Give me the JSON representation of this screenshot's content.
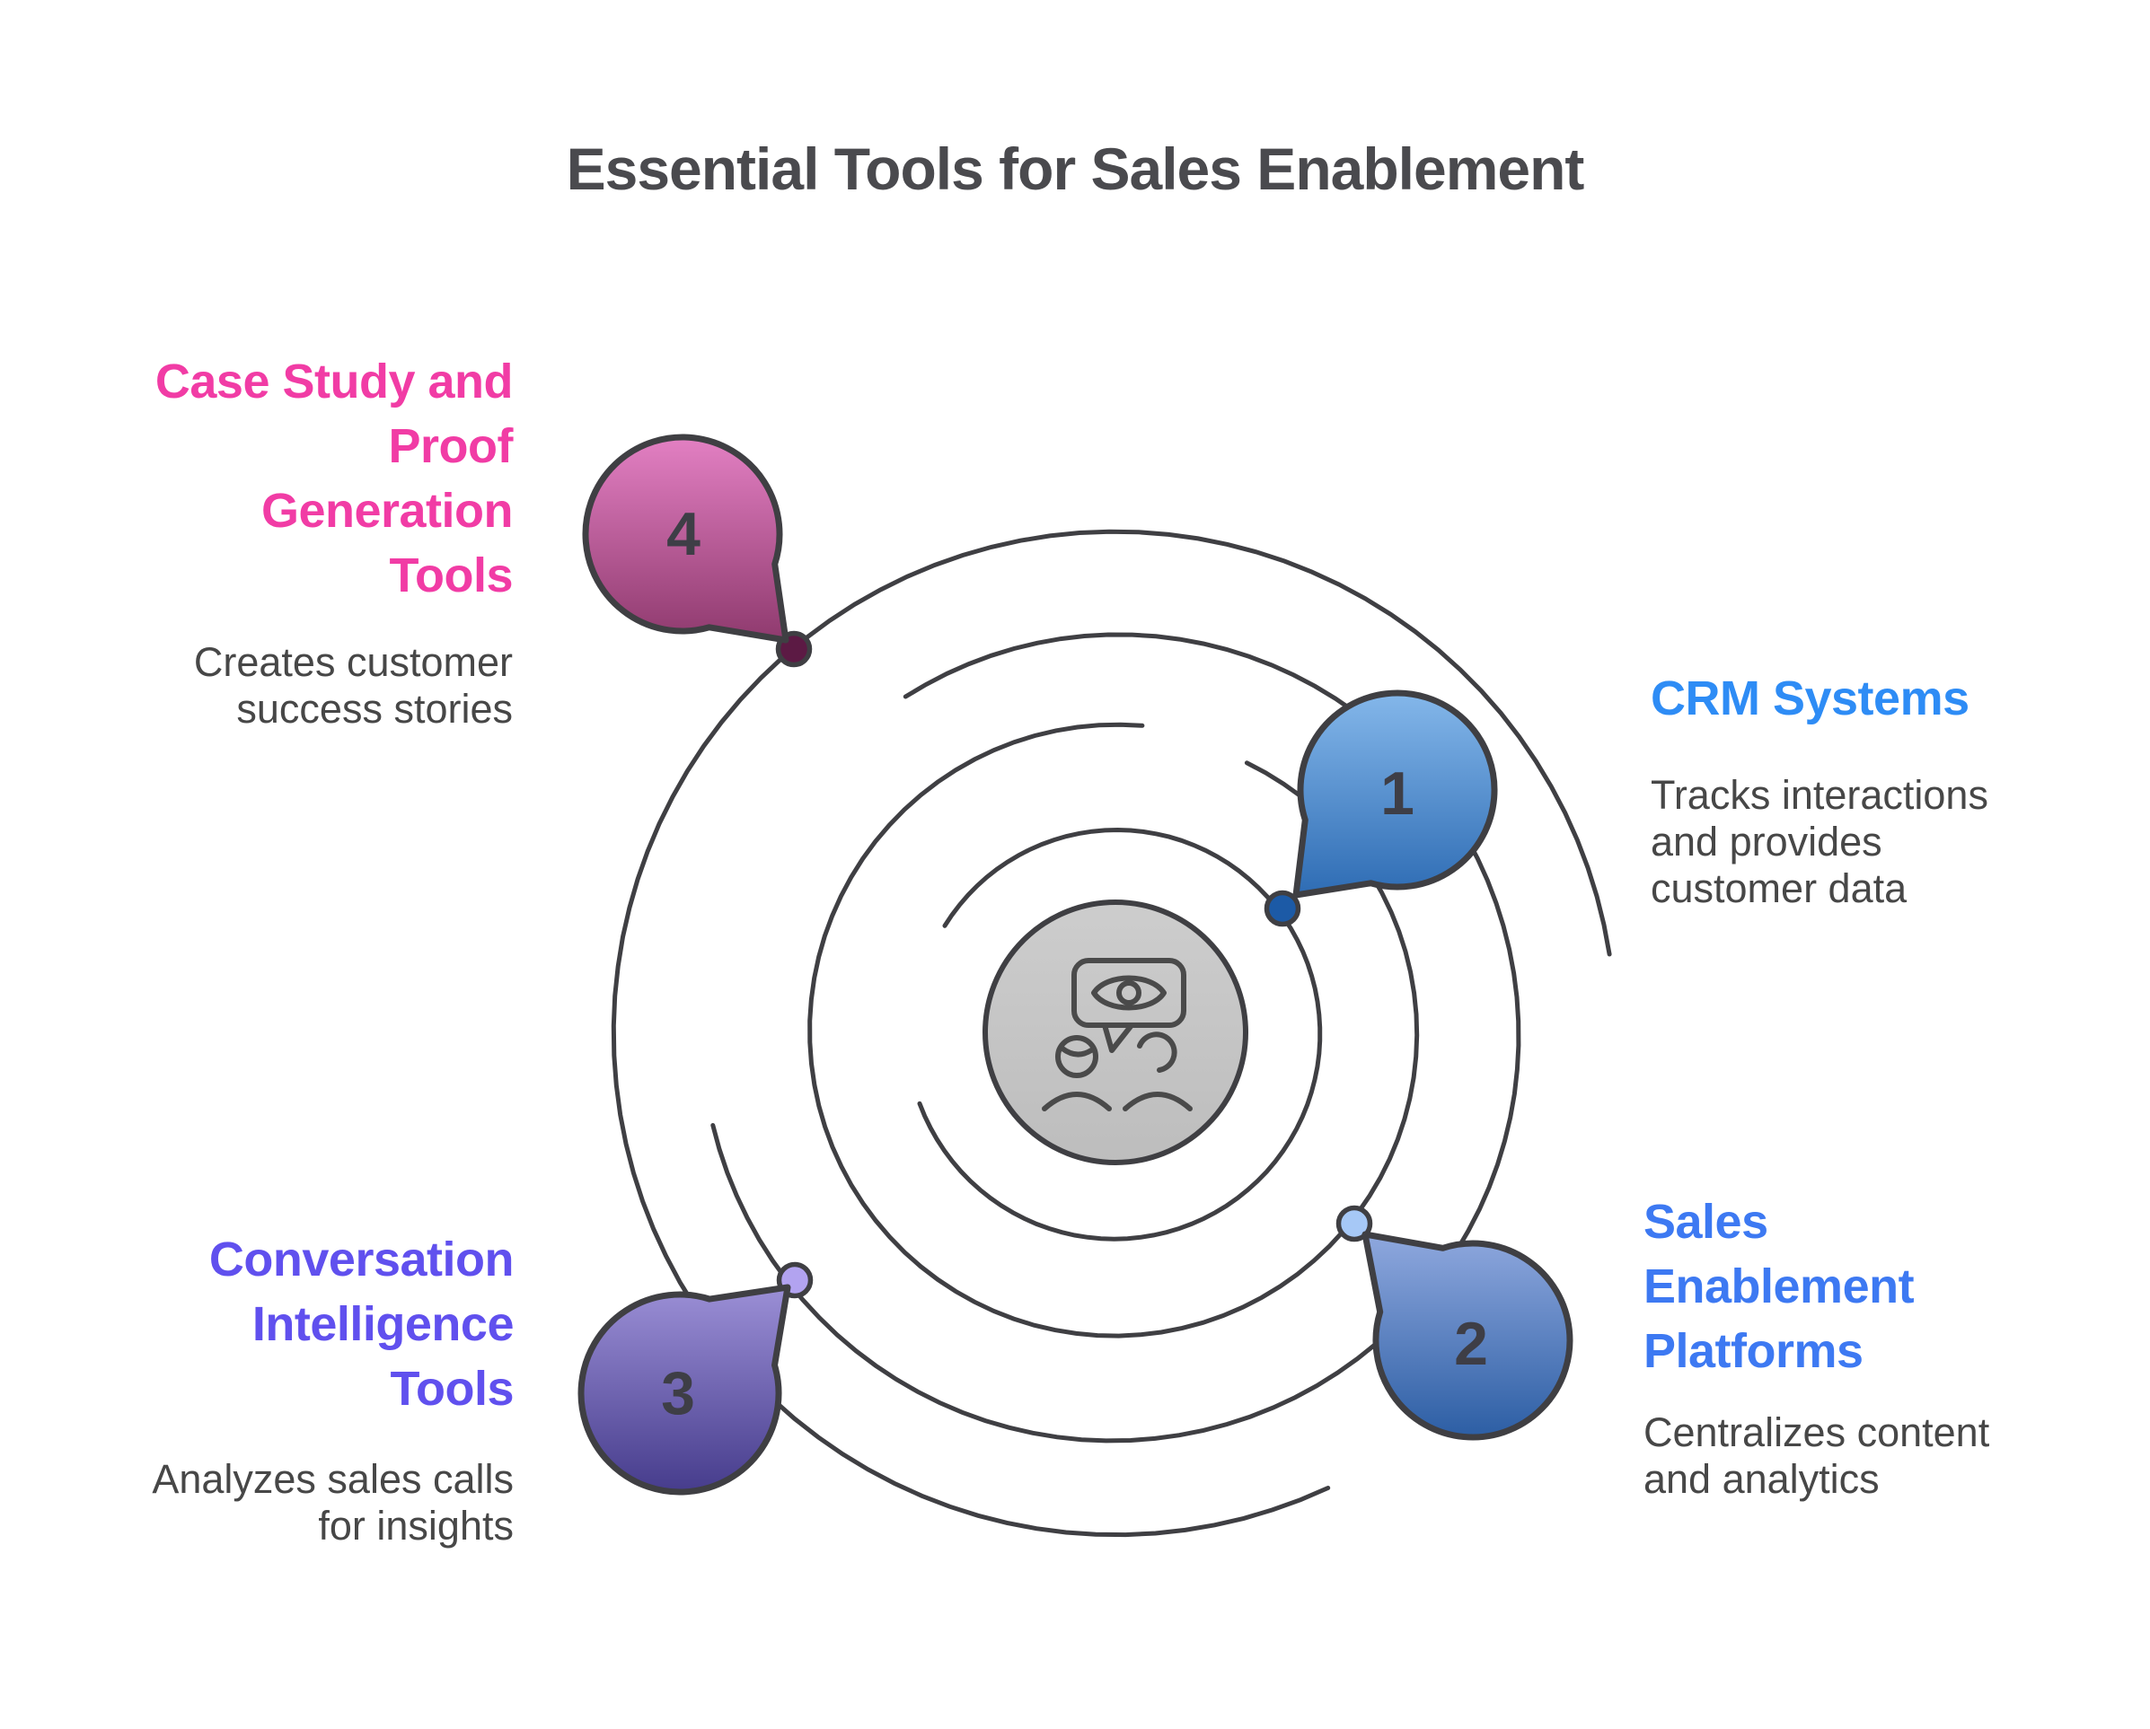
{
  "title": "Essential Tools for Sales Enablement",
  "colors": {
    "background": "#ffffff",
    "line": "#3f3f43",
    "title_text": "#4a4a4e",
    "description_text": "#474747",
    "number_text": "#3e3e46",
    "center_fill_top": "#cdcdcd",
    "center_fill_bottom": "#bdbdbd",
    "icon_stroke": "#4a4a4a"
  },
  "center": {
    "icon": "conversation-observation-icon"
  },
  "items": [
    {
      "number": "1",
      "label": "CRM Systems",
      "label_lines": [
        "CRM Systems"
      ],
      "description": "Tracks interactions and provides customer data",
      "desc_lines": [
        "Tracks interactions",
        "and provides",
        "customer data"
      ],
      "label_color": "#2e8cf5",
      "bubble_top": "#84b7ea",
      "bubble_bottom": "#2e6cb4",
      "dot_color": "#1c5aa6"
    },
    {
      "number": "2",
      "label": "Sales Enablement Platforms",
      "label_lines": [
        "Sales",
        "Enablement",
        "Platforms"
      ],
      "description": "Centralizes content and analytics",
      "desc_lines": [
        "Centralizes content",
        "and analytics"
      ],
      "label_color": "#3d79f2",
      "bubble_top": "#8fa8de",
      "bubble_bottom": "#2c5ea4",
      "dot_color": "#a6c8f6"
    },
    {
      "number": "3",
      "label": "Conversation Intelligence Tools",
      "label_lines": [
        "Conversation",
        "Intelligence",
        "Tools"
      ],
      "description": "Analyzes sales calls for insights",
      "desc_lines": [
        "Analyzes sales calls",
        "for insights"
      ],
      "label_color": "#6050ee",
      "bubble_top": "#9b8fd6",
      "bubble_bottom": "#463c8c",
      "dot_color": "#b2a3f0"
    },
    {
      "number": "4",
      "label": "Case Study and Proof Generation Tools",
      "label_lines": [
        "Case Study and",
        "Proof",
        "Generation",
        "Tools"
      ],
      "description": "Creates customer success stories",
      "desc_lines": [
        "Creates customer",
        "success stories"
      ],
      "label_color": "#f13ca5",
      "bubble_top": "#e380c3",
      "bubble_bottom": "#8f3a6e",
      "dot_color": "#5c1a44"
    }
  ]
}
